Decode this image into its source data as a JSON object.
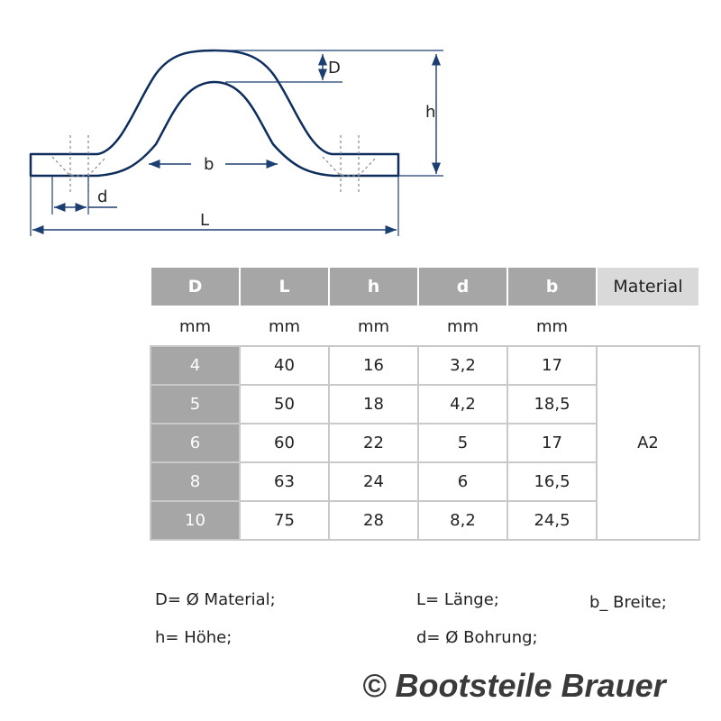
{
  "diagram": {
    "labels": {
      "D": "D",
      "h": "h",
      "b": "b",
      "d": "d",
      "L": "L"
    },
    "colors": {
      "outline": "#0d2d5c",
      "dimension": "#1c3f72",
      "dash": "#8a8a8a"
    }
  },
  "table": {
    "headers": [
      "D",
      "L",
      "h",
      "d",
      "b"
    ],
    "material_header": "Material",
    "units": [
      "mm",
      "mm",
      "mm",
      "mm",
      "mm"
    ],
    "rows": [
      [
        "4",
        "40",
        "16",
        "3,2",
        "17"
      ],
      [
        "5",
        "50",
        "18",
        "4,2",
        "18,5"
      ],
      [
        "6",
        "60",
        "22",
        "5",
        "17"
      ],
      [
        "8",
        "63",
        "24",
        "6",
        "16,5"
      ],
      [
        "10",
        "75",
        "28",
        "8,2",
        "24,5"
      ]
    ],
    "material": "A2",
    "colors": {
      "header_bg": "#a6a6a6",
      "material_header_bg": "#d9d9d9",
      "border": "#c9c9c9"
    }
  },
  "legend": {
    "d_material": "D= Ø Material;",
    "laenge": "L= Länge;",
    "breite": "b_ Breite;",
    "hoehe": "h= Höhe;",
    "bohrung": "d=  Ø Bohrung;"
  },
  "copyright": "© Bootsteile Brauer"
}
